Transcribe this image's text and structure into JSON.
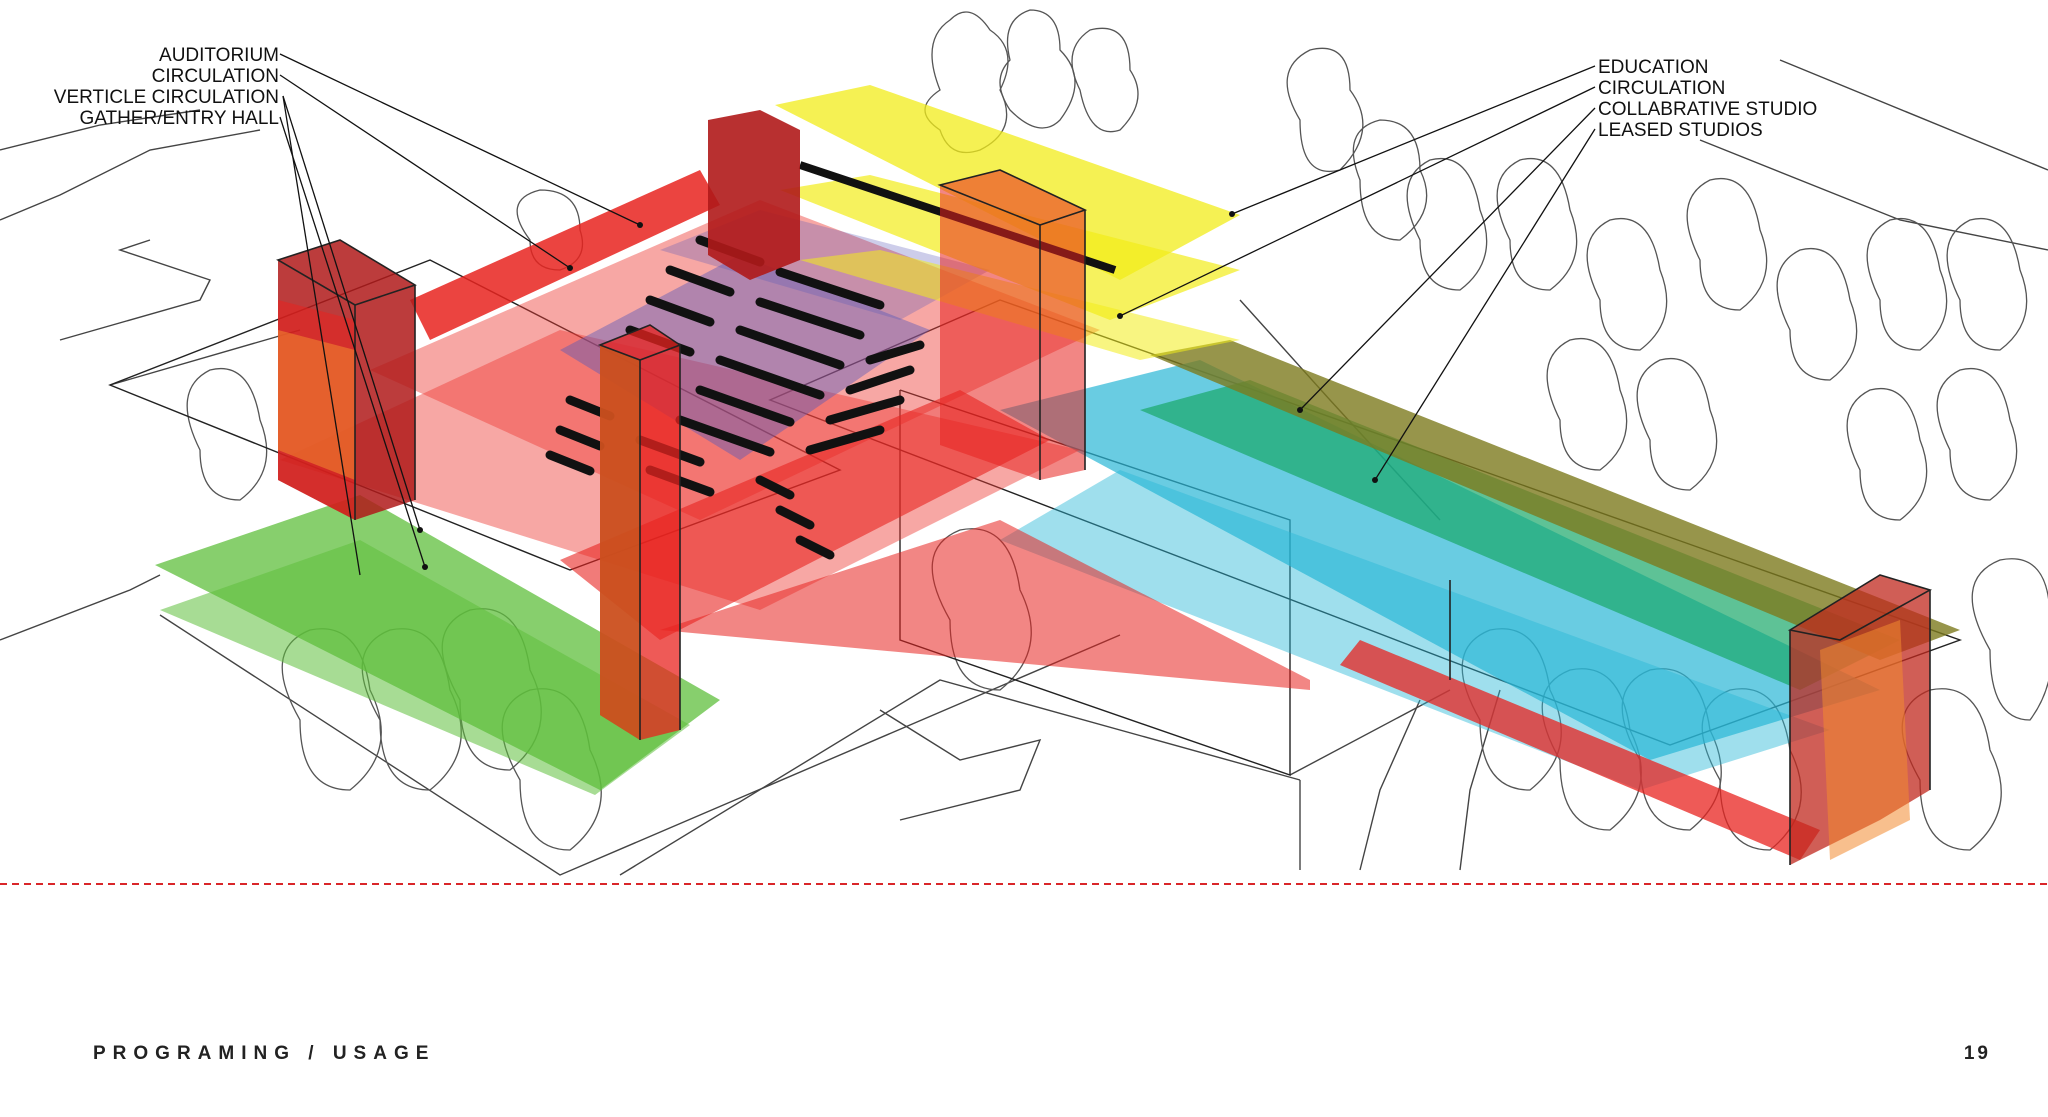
{
  "diagram": {
    "labels_left": [
      "AUDITORIUM",
      "CIRCULATION",
      "VERTICLE CIRCULATION",
      "GATHER/ENTRY HALL"
    ],
    "labels_right": [
      "EDUCATION",
      "CIRCULATION",
      "COLLABRATIVE STUDIO",
      "LEASED STUDIOS"
    ],
    "colors": {
      "auditorium": "#5a5ab8",
      "circulation": "#e8231f",
      "vertical_circulation": "#b01a1a",
      "gather_entry_hall": "#5fbf3c",
      "education": "#f2ec1a",
      "collaborative_studio": "#1aa86a",
      "leased_studios": "#2ab7d6",
      "olive_band": "#7d7a1e",
      "divider": "#d9262a"
    }
  },
  "footer": {
    "title": "PROGRAMING / USAGE",
    "page_number": "19"
  }
}
